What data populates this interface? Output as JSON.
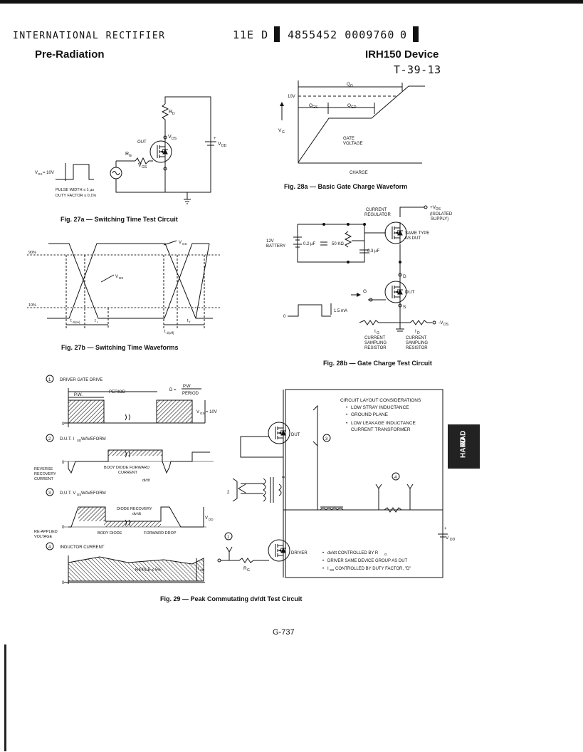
{
  "header": {
    "company": "INTERNATIONAL RECTIFIER",
    "code": "11E D",
    "doc_number": "4855452 0009760",
    "suffix": "0",
    "left_title": "Pre-Radiation",
    "right_title": "IRH150 Device",
    "ref_code": "T-39-13"
  },
  "fig27a": {
    "caption": "Fig. 27a — Switching Time Test Circuit",
    "labels": {
      "rd": "R",
      "rd_sub": "D",
      "vds": "V",
      "vds_sub": "DS",
      "out": "OUT",
      "rg": "R",
      "rg_sub": "G",
      "vdd": "V",
      "vdd_sub": "DD",
      "vgs": "V",
      "vgs_sub": "GS",
      "vgs_eq": "V",
      "vgs_eq_sub": "GS",
      "vgs_eq_val": "= 10V",
      "pulse_width": "PULSE WIDTH ≤ 1 µs",
      "duty_factor": "DUTY FACTOR ≤ 0.1%"
    }
  },
  "fig27b": {
    "caption": "Fig. 27b — Switching Time Waveforms",
    "labels": {
      "vgs": "V",
      "vgs_sub": "GS",
      "vds": "V",
      "vds_sub": "DS",
      "p90": "90%",
      "p10": "10%",
      "tdon": "t",
      "tdon_sub": "d(on)",
      "tr": "t",
      "tr_sub": "r",
      "tdoff": "t",
      "tdoff_sub": "d(off)",
      "tf": "t",
      "tf_sub": "f"
    }
  },
  "fig28a": {
    "caption": "Fig. 28a — Basic Gate Charge Waveform",
    "labels": {
      "qg": "Q",
      "qg_sub": "G",
      "v10": "10V",
      "qgs": "Q",
      "qgs_sub": "GS",
      "qgd": "Q",
      "qgd_sub": "GD",
      "vg": "V",
      "vg_sub": "G",
      "gate_voltage_1": "GATE",
      "gate_voltage_2": "VOLTAGE",
      "charge": "CHARGE"
    }
  },
  "fig28b": {
    "caption": "Fig. 28b — Gate Charge Test Circuit",
    "labels": {
      "cur_reg_1": "CURRENT",
      "cur_reg_2": "REGULATOR",
      "vds_plus": "+V",
      "vds_plus_sub": "DS",
      "isolated_1": "(ISOLATED",
      "isolated_2": "SUPPLY)",
      "battery_1": "12V",
      "battery_2": "BATTERY",
      "c1": "0.2 µF",
      "r1": "50 KΩ",
      "c2": "0.3 µF",
      "same_type_1": "SAME TYPE",
      "same_type_2": "AS DUT",
      "d": "D",
      "g": "G",
      "dut": "DUT",
      "s": "S",
      "ma": "1.5 mA",
      "zero": "0",
      "vds_minus": "-V",
      "vds_minus_sub": "DS",
      "ig": "I",
      "ig_sub": "G",
      "id": "I",
      "id_sub": "D",
      "csr_1": "CURRENT",
      "csr_2": "SAMPLING",
      "csr_3": "RESISTOR"
    }
  },
  "fig29": {
    "caption": "Fig. 29 — Peak Commutating dv/dt Test Circuit",
    "labels": {
      "s1": "DRIVER GATE DRIVE",
      "pw": "P.W.",
      "period": "PERIOD",
      "d_eq": "D =",
      "vgs10": "V",
      "vgs10_sub": "GS",
      "vgs10_val": "= 10V",
      "zero": "0",
      "s2_pre": "D.U.T. I",
      "s2_sub": "SD",
      "s2_post": " WAVEFORM",
      "rev_1": "REVERSE",
      "rev_2": "RECOVERY",
      "rev_3": "CURRENT",
      "bdf_1": "BODY DIODE FORWARD",
      "bdf_2": "CURRENT",
      "didt": "di/dt",
      "s3_pre": "D.U.T. V",
      "s3_sub": "DS",
      "s3_post": " WAVEFORM",
      "drec_1": "DIODE RECOVERY",
      "drec_2": "dv/dt",
      "vdd": "V",
      "vdd_sub": "DD",
      "reapp_1": "RE-APPLIED",
      "reapp_2": "VOLTAGE",
      "bd": "BODY DIODE",
      "fwd": "FORWARD DROP",
      "s4": "INDUCTOR CURRENT",
      "ripple": "RIPPLE ≤ 5%",
      "isd": "I",
      "isd_sub": "SD",
      "n1": "1",
      "n2": "2",
      "n3": "3",
      "n4": "4",
      "layout_title": "CIRCUIT LAYOUT CONSIDERATIONS",
      "layout_items": [
        "LOW STRAY INDUCTANCE",
        "GROUND PLANE",
        "LOW LEAKAGE INDUCTANCE"
      ],
      "layout_item4b": "CURRENT TRANSFORMER",
      "dut": "DUT",
      "driver": "DRIVER",
      "rg": "R",
      "rg_sub": "G",
      "vdd2": "V",
      "vdd2_sub": "DD",
      "note1": "dv/dt CONTROLLED BY R",
      "note1_sub": "G",
      "note2": "DRIVER SAME DEVICE GROUP AS DUT",
      "note3_pre": "I",
      "note3_sub": "SD",
      "note3_post": " CONTROLLED BY DUTY FACTOR, \"D\""
    }
  },
  "tab": {
    "line1": "RAD",
    "line2": "HARD"
  },
  "footer": {
    "page_number": "G-737"
  }
}
